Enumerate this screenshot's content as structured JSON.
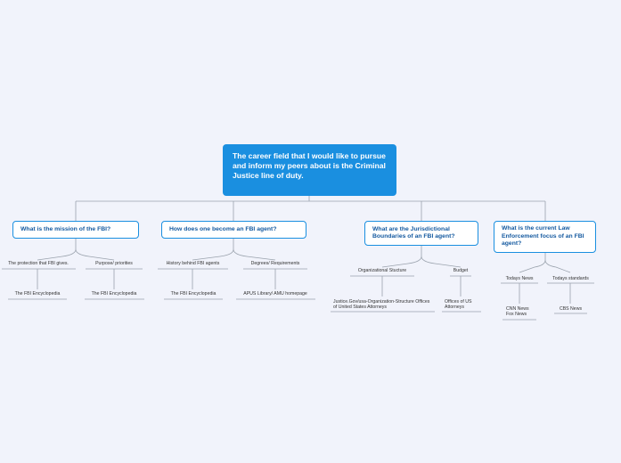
{
  "root": "The career field that I would like to pursue and inform my peers about is the Criminal Justice line of duty.",
  "topics": [
    {
      "question": "What is the mission of the FBI?",
      "subtopics": [
        {
          "label": "The protection that FBI gives.",
          "source": "The FBI Encyclopedia"
        },
        {
          "label": "Purpose/ priorities",
          "source": "The FBI Encyclopedia"
        }
      ]
    },
    {
      "question": "How does one become an FBI agent?",
      "subtopics": [
        {
          "label": "History behind FBI agents",
          "source": "The FBI Encyclopedia"
        },
        {
          "label": "Degrees/ Requirements",
          "source": "APUS Library/ AMU homepage"
        }
      ]
    },
    {
      "question": "What are the Jurisdictional Boundaries of an FBI agent?",
      "subtopics": [
        {
          "label": "Organizational Stucture",
          "source": "Justice.Gov/usa-Organization-Structure Offices of United States Attorneys"
        },
        {
          "label": "Budget",
          "source": "Offices of US Attorneys"
        }
      ]
    },
    {
      "question": "What is the current Law Enforcement focus of an FBI agent?",
      "subtopics": [
        {
          "label": "Todays News",
          "source": "CNN News Fox News"
        },
        {
          "label": "Todays standards",
          "source": "CBS News"
        }
      ]
    }
  ]
}
